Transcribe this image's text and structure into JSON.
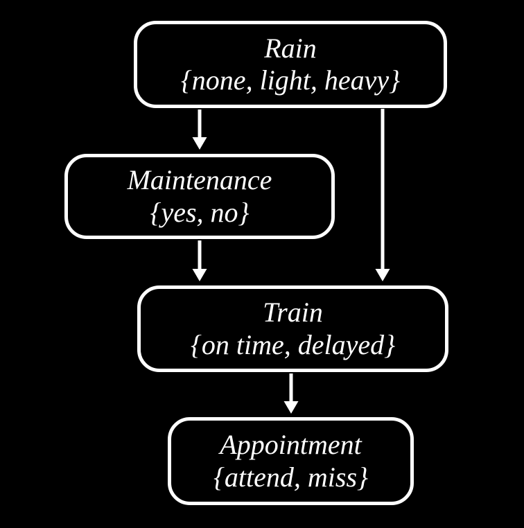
{
  "diagram": {
    "type": "bayesian-network",
    "colors": {
      "background": "#000000",
      "node_fill": "#000000",
      "node_border": "#ffffff",
      "text": "#ffffff",
      "arrow": "#ffffff"
    },
    "nodes": [
      {
        "id": "rain",
        "label": "Rain",
        "values": "{none, light, heavy}"
      },
      {
        "id": "maintenance",
        "label": "Maintenance",
        "values": "{yes, no}"
      },
      {
        "id": "train",
        "label": "Train",
        "values": "{on time, delayed}"
      },
      {
        "id": "appointment",
        "label": "Appointment",
        "values": "{attend, miss}"
      }
    ],
    "edges": [
      {
        "from": "Rain",
        "to": "Maintenance"
      },
      {
        "from": "Rain",
        "to": "Train"
      },
      {
        "from": "Maintenance",
        "to": "Train"
      },
      {
        "from": "Train",
        "to": "Appointment"
      }
    ]
  }
}
